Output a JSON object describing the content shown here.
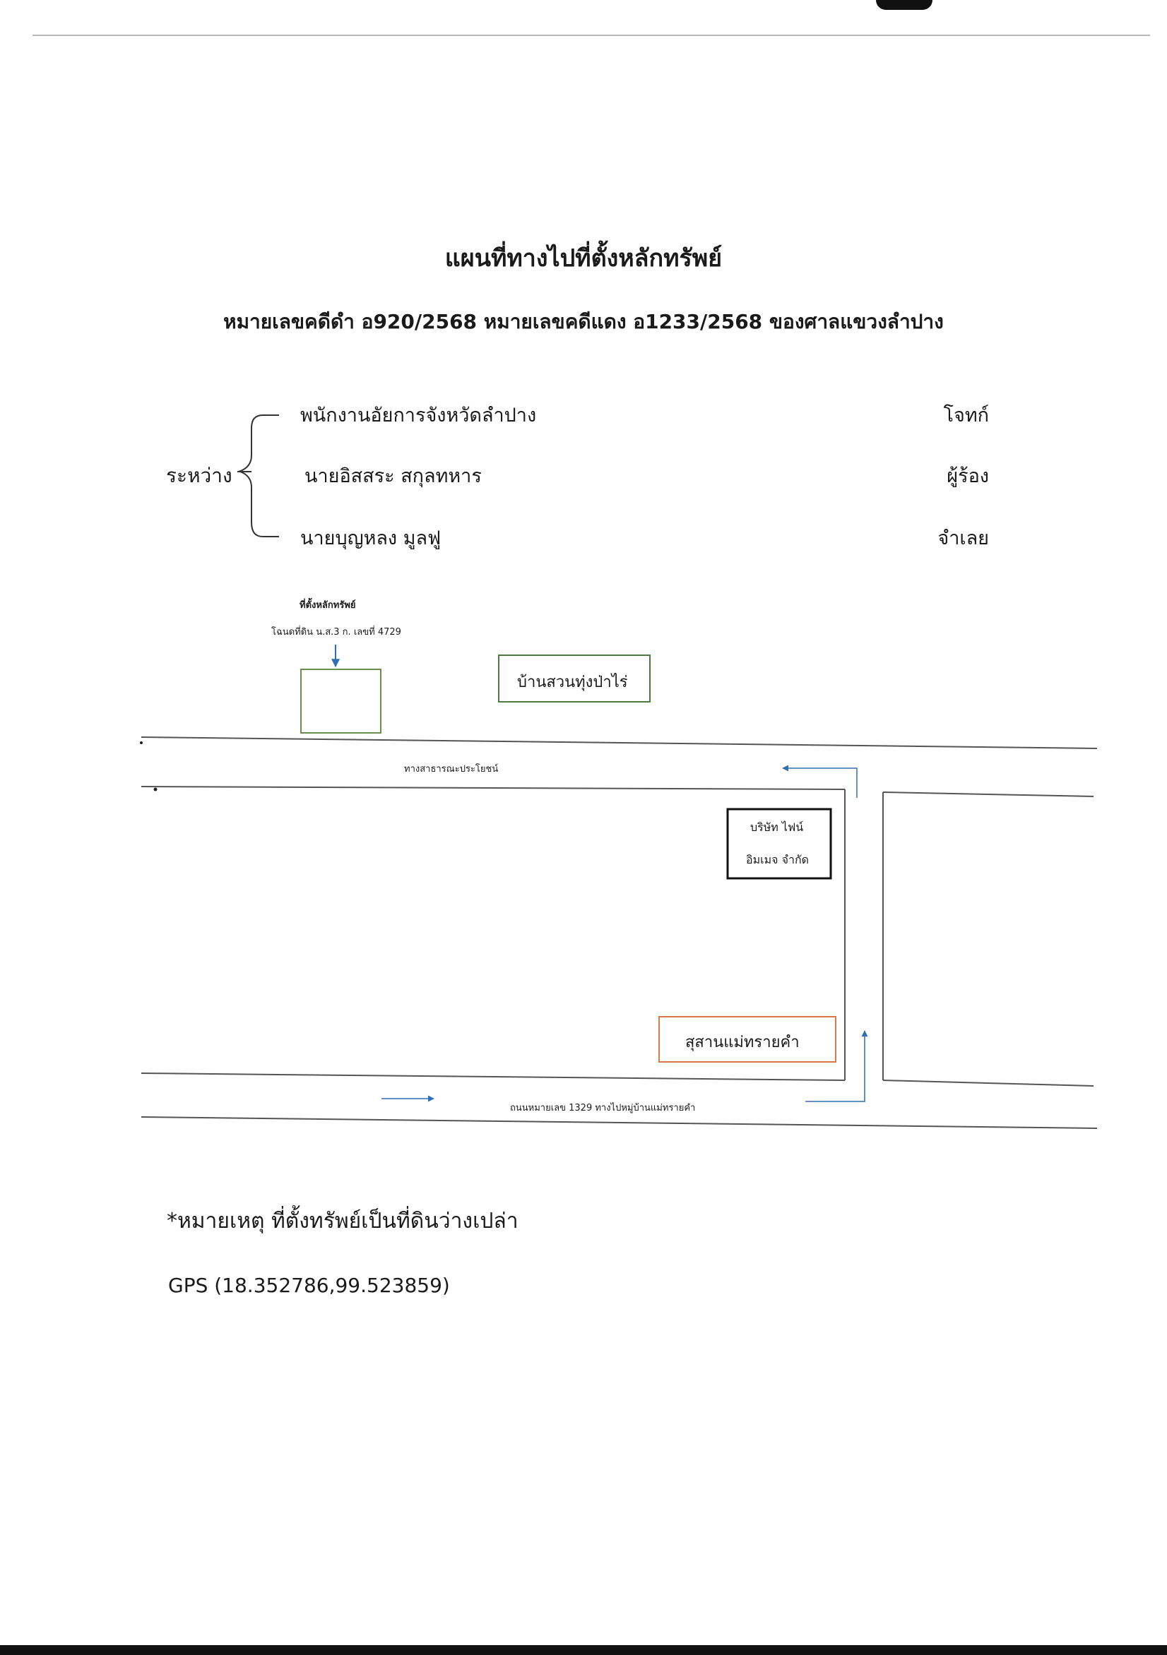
{
  "header": {
    "title": "แผนที่ทางไปที่ตั้งหลักทรัพย์",
    "case_line": "หมายเลขคดีดำ อ920/2568 หมายเลขคดีแดง อ1233/2568 ของศาลแขวงลำปาง"
  },
  "parties": {
    "between_label": "ระหว่าง",
    "items": [
      {
        "name": "พนักงานอัยการจังหวัดลำปาง",
        "role": "โจทก์"
      },
      {
        "name": "นายอิสสระ สกุลทหาร",
        "role": "ผู้ร้อง"
      },
      {
        "name": "นายบุญหลง มูลฟู",
        "role": "จำเลย"
      }
    ]
  },
  "map": {
    "site_label": "ที่ตั้งหลักทรัพย์",
    "site_deed": "โฉนดที่ดิน น.ส.3 ก. เลขที่ 4729",
    "landmark_suan": "บ้านสวนทุ่งป่าไร่",
    "public_road": "ทางสาธารณะประโยชน์",
    "company_line1": "บริษัท ไฟน์",
    "company_line2": "อิมเมจ จำกัด",
    "cemetery": "สุสานแม่ทรายคำ",
    "main_road": "ถนนหมายเลข 1329 ทางไปหมู่บ้านแม่ทรายคำ",
    "colors": {
      "site_box": "#6b8e4e",
      "suan_box": "#4f7a44",
      "cemetery_box": "#d87a4a",
      "arrow": "#2f6fb5",
      "road": "#555555"
    }
  },
  "footer": {
    "note": "*หมายเหตุ ที่ตั้งทรัพย์เป็นที่ดินว่างเปล่า",
    "gps": "GPS (18.352786,99.523859)"
  }
}
